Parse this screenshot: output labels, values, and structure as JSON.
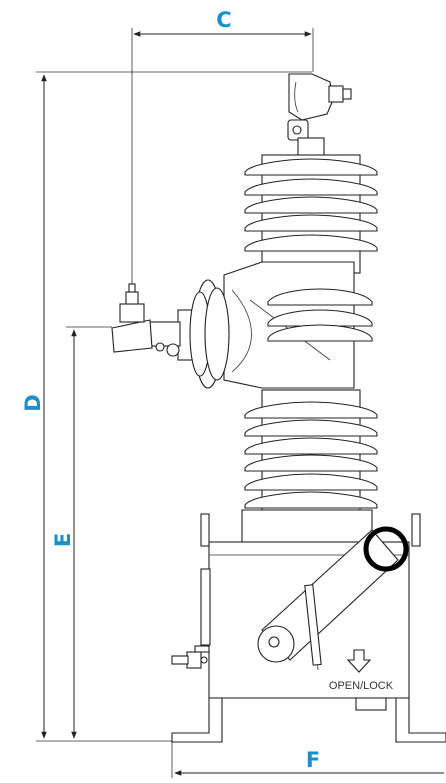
{
  "labels": {
    "dim_c": "C",
    "dim_d": "D",
    "dim_e": "E",
    "dim_f": "F",
    "open_lock": "OPEN/LOCK"
  },
  "colors": {
    "dimension_label": "#1a8fc9",
    "line": "#222222",
    "highlight_ring": "#000000"
  },
  "icons": {
    "open_lock_arrow": "arrow-down-icon"
  }
}
